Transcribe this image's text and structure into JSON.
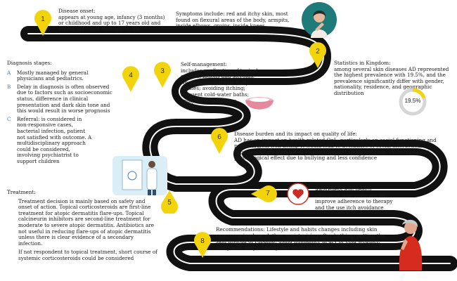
{
  "disease_onset": {
    "title": "Disease onset:",
    "body": "appears at young age, infancy (3 months) or childhood and up to 17 years old and maybe transient throughout life"
  },
  "symptoms": {
    "body": "Symptoms include: red and itchy skin, most found on flexural areas of the body, armpits, inside elbows, groins, inside knees"
  },
  "statistics": {
    "title": "Statistics in Kingdom:",
    "body": "among several skin diseases AD represented the highest prevalence with 19.5%, and the prevalence significantly differ with gender, nationality, residence, and geographic distribution",
    "donut_label": "19.5%",
    "donut_value": 0.195
  },
  "diagnosis": {
    "title": "Diagnosis stages:",
    "items": [
      {
        "letter": "A",
        "text": "Mostly managed by general physicians and pediatrics."
      },
      {
        "letter": "B",
        "text": "Delay in diagnosis is often observed due to factors such as socioeconomic status, difference in clinical presentation and dark skin tone and this would result in worse prognosis"
      },
      {
        "letter": "C",
        "text": "Referral: is considered in non-responsive cases, bacterial infection, patient not satisfied with outcome. A multidisciplinary approach could be considered, involving psychiatrist to support children"
      }
    ]
  },
  "self_management": {
    "title": "Self-management:",
    "body": "includes application of topical creams, lotions and steroids; wearing comfortable fluffy clothes; avoiding itching; frequent cold-water baths; applying moisturizers"
  },
  "burden": {
    "title": "Disease burden and its impact on quality of life:",
    "body": "AD has an impact on health-related QoL, particularly on social functioning and psychological well-being. It would lead to avoidance of social interaction, experience considerable discrimination and social isolation, embarrassment, psychological effect due to bullying and less confidence"
  },
  "awareness": {
    "body": "Awareness and health education interventions: to improve adherence to therapy and the use itch avoidance"
  },
  "treatment": {
    "title": "Treatment:",
    "para1": "Treatment decision is mainly based on safety and onset of action. Topical corticosteroids are first-line treatment for atopic dermatitis flare-ups. Topical calcineurin inhibitors are second-line treatment for moderate to severe atopic dermatitis. Antibiotics are not useful in reducing flare-ups of atopic dermatitis unless there is clear evidence of a secondary infection.",
    "para2": "If not respondent to topical treatment, short course of systemic corticosteroids could be considered"
  },
  "recommendations": {
    "body": "Recommendations: Lifestyle and habits changes including skin care, wearing lose clothes, moisturizing after bathing, patting the skin instead of rubbing, using humidifier in dry or cold weather, using mild soaps, taking lukewarm baths…"
  },
  "pins": [
    "1",
    "2",
    "3",
    "4",
    "5",
    "6",
    "7",
    "8"
  ],
  "colors": {
    "road": "#111111",
    "pin": "#f2d40c",
    "accent": "#3b7ec2",
    "figure_red": "#d62b1f"
  }
}
